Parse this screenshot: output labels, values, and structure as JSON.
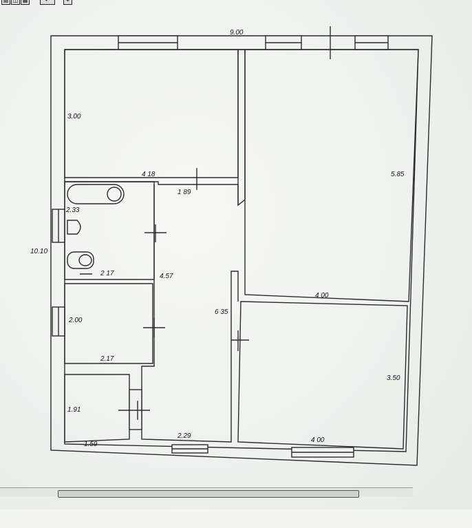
{
  "toolbar": {
    "icons": [
      "save-icon",
      "folder-icon",
      "print-icon",
      "undo-icon",
      "settings-icon"
    ]
  },
  "plan": {
    "outer_width_label": "9.00",
    "outer_height_label": "10.10",
    "rooms": {
      "bedroom_top_left": {
        "height": "3.00",
        "width": "4 18"
      },
      "living_room": {
        "height": "5.85",
        "width": "4 00"
      },
      "bathroom": {
        "height": "2.33",
        "width": "2 17"
      },
      "wc": {
        "height": "2.00",
        "width": "2.17"
      },
      "storage": {
        "height": "1.91",
        "width": "1.59"
      },
      "corridor": {
        "height": "4.57",
        "width": "1 89",
        "length": "6 35",
        "bottom_width": "2.29"
      },
      "bedroom_bottom_right": {
        "height": "3.50",
        "width": "4 00"
      }
    }
  },
  "colors": {
    "wall": "#2b2b2b",
    "window": "#2b2b2b",
    "background": "#eef1ee"
  }
}
